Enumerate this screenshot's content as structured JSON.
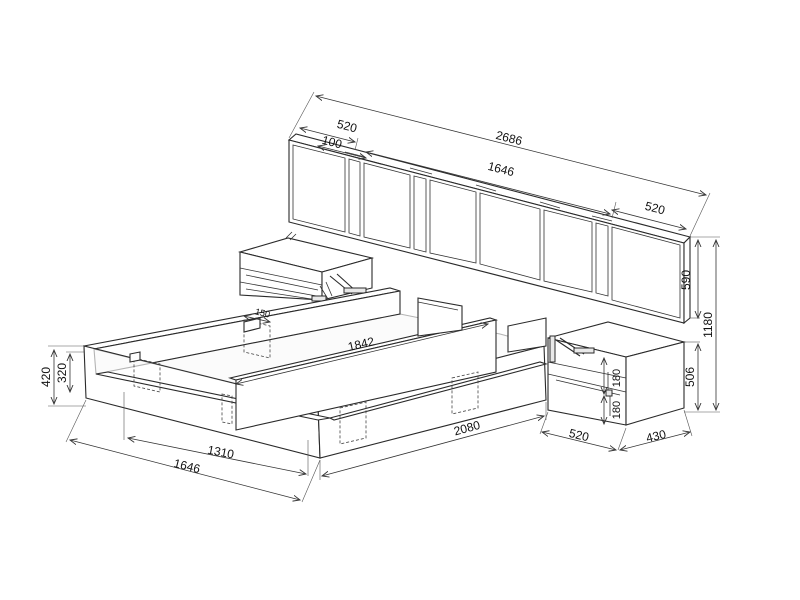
{
  "drawing": {
    "colors": {
      "line": "#2a2a2a",
      "background": "#ffffff",
      "text": "#111111"
    },
    "headboard": {
      "total_width": "2686",
      "side_panel_left": "520",
      "side_panel_right": "520",
      "center_width": "1646",
      "gap": "100",
      "height": "590",
      "total_height": "1180"
    },
    "nightstand": {
      "height": "506",
      "width": "520",
      "depth": "430",
      "drawer_top": "180",
      "drawer_bottom": "180"
    },
    "bed": {
      "height": "420",
      "inner_height": "320",
      "outer_width": "1646",
      "inner_width": "1310",
      "length": "2080",
      "inner_length": "1842",
      "slot_width": "150"
    }
  }
}
